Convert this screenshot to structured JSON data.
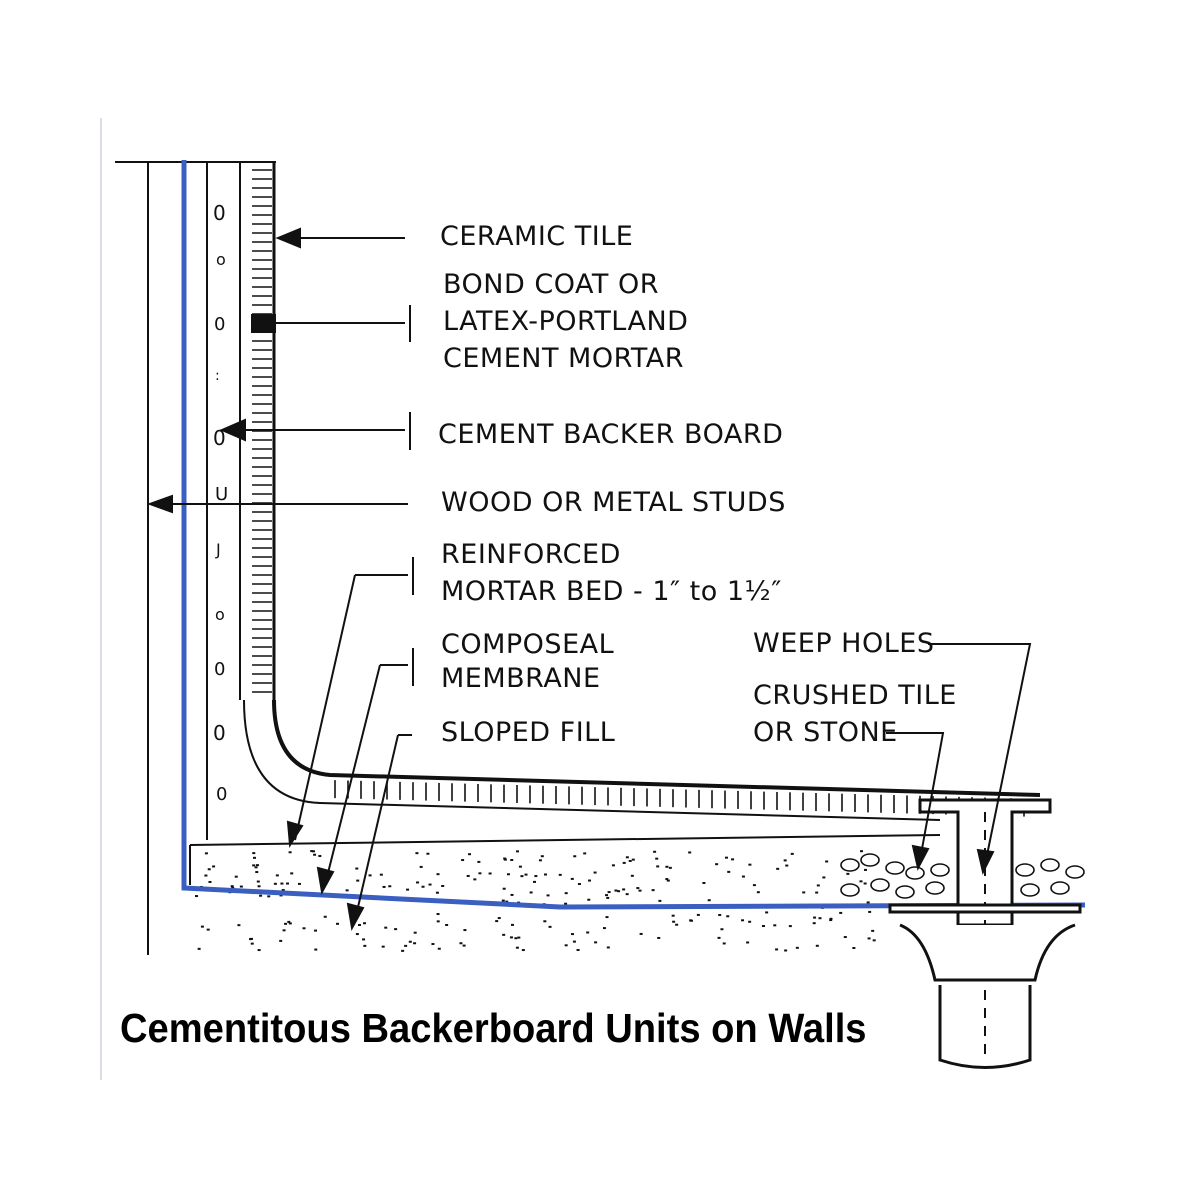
{
  "labels": {
    "ceramic_tile": "CERAMIC TILE",
    "bond_coat_1": "BOND COAT OR",
    "bond_coat_2": "LATEX-PORTLAND",
    "bond_coat_3": "CEMENT MORTAR",
    "backer_board": "CEMENT BACKER BOARD",
    "studs": "WOOD OR METAL STUDS",
    "mortar_bed_1": "REINFORCED",
    "mortar_bed_2": "MORTAR BED - 1″ to 1½″",
    "membrane_1": "COMPOSEAL",
    "membrane_2": "MEMBRANE",
    "sloped_fill": "SLOPED FILL",
    "weep_holes": "WEEP HOLES",
    "crushed_1": "CRUSHED TILE",
    "crushed_2": "OR STONE"
  },
  "caption": "Cementitous Backerboard Units on Walls",
  "colors": {
    "membrane": "#3a5fc0",
    "ink": "#111111"
  }
}
